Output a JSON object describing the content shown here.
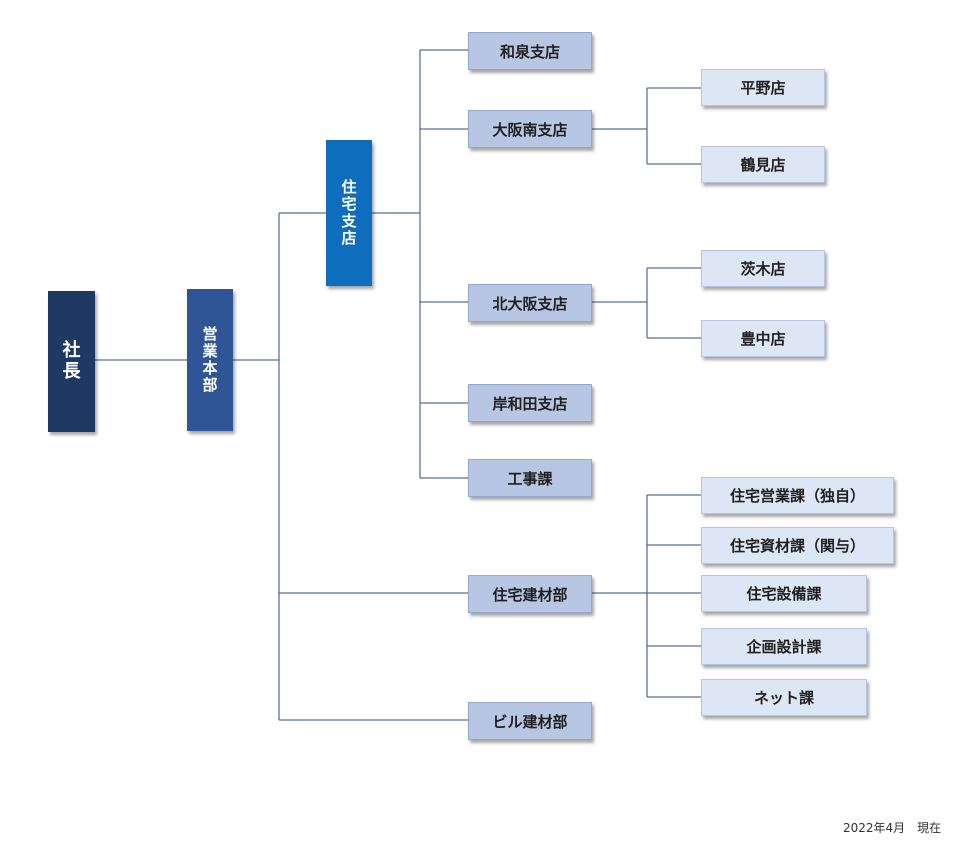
{
  "org": {
    "president": "社長",
    "sales_hq": "営業本部",
    "housing_branch": "住宅支店",
    "branches": {
      "izumi": "和泉支店",
      "osaka_minami": "大阪南支店",
      "kita_osaka": "北大阪支店",
      "kishiwada": "岸和田支店",
      "construction": "工事課"
    },
    "stores": {
      "hirano": "平野店",
      "tsurumi": "鶴見店",
      "ibaraki": "茨木店",
      "toyonaka": "豊中店"
    },
    "housing_materials": {
      "department": "住宅建材部",
      "sections": {
        "sales_independent": "住宅営業課（独自）",
        "materials_related": "住宅資材課（関与）",
        "equipment": "住宅設備課",
        "planning_design": "企画設計課",
        "net": "ネット課"
      }
    },
    "building_materials": "ビル建材部"
  },
  "footer": {
    "date": "2022年4月　現在"
  },
  "colors": {
    "president": "#1f3864",
    "sales_hq": "#2f5597",
    "housing_branch": "#0f6dbd",
    "mid_box": "#b7c7e3",
    "light_box": "#dce6f4",
    "connector": "#2b4f7f"
  }
}
